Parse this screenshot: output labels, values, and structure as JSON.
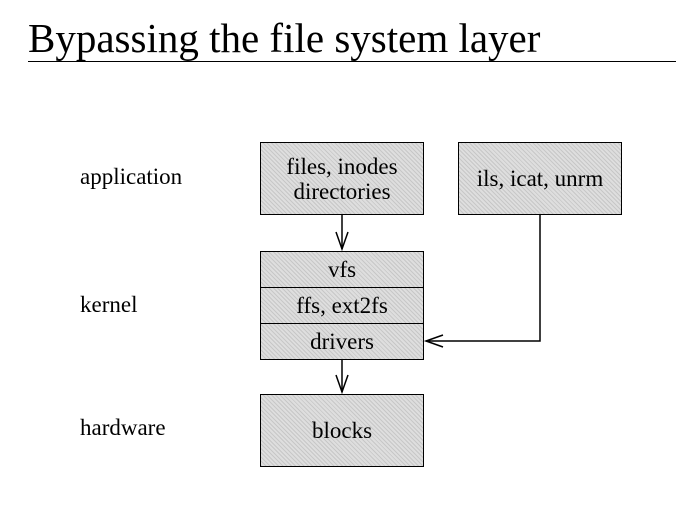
{
  "title": "Bypassing the file system layer",
  "layers": {
    "application": "application",
    "kernel": "kernel",
    "hardware": "hardware"
  },
  "boxes": {
    "files_inodes": {
      "line1": "files, inodes",
      "line2": "directories"
    },
    "ils_icat": "ils, icat, unrm",
    "vfs": "vfs",
    "ffs": "ffs, ext2fs",
    "drivers": "drivers",
    "blocks": "blocks"
  },
  "colors": {
    "box_fill": "#dedede",
    "stroke": "#000000",
    "background": "#ffffff"
  }
}
